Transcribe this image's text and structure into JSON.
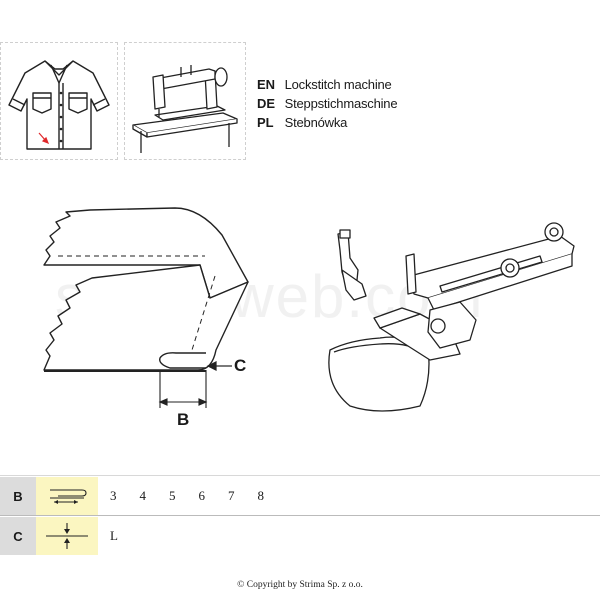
{
  "machine_type": {
    "languages": [
      {
        "code": "EN",
        "text": "Lockstitch machine"
      },
      {
        "code": "DE",
        "text": "Steppstichmaschine"
      },
      {
        "code": "PL",
        "text": "Stebnówka"
      }
    ]
  },
  "diagram": {
    "label_c": "C",
    "label_b": "B",
    "watermark": "strimaweb.com"
  },
  "table": {
    "rows": [
      {
        "label": "B",
        "values": [
          "3",
          "4",
          "5",
          "6",
          "7",
          "8"
        ],
        "icon": "folded-width-icon"
      },
      {
        "label": "C",
        "values": [
          "L"
        ],
        "icon": "material-thickness-icon"
      }
    ]
  },
  "footer": {
    "copyright": "© Copyright by Strima Sp. z o.o."
  },
  "colors": {
    "table_label_bg": "#dcdcdc",
    "table_icon_bg": "#fbf6c1",
    "accent_arrow": "#e0282b"
  }
}
